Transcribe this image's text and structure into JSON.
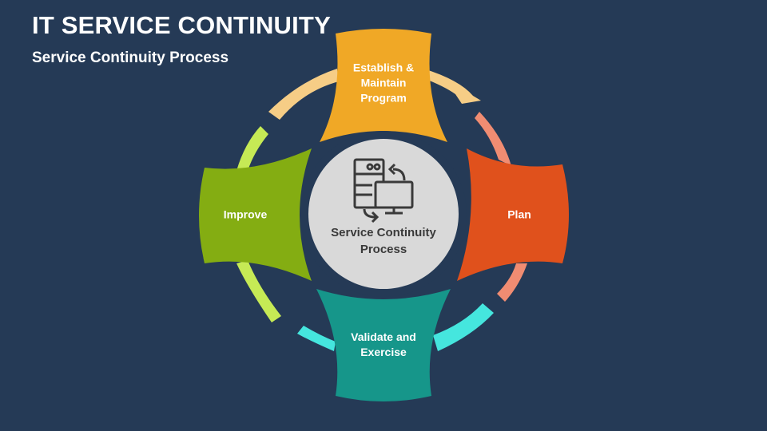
{
  "title": "IT SERVICE CONTINUITY",
  "subtitle": "Service Continuity Process",
  "center": {
    "label": "Service Continuity\nProcess",
    "icon": "server-monitor-sync-icon"
  },
  "steps": [
    {
      "id": "establish",
      "label": "Establish &\nMaintain\nProgram",
      "color": "#f0a826",
      "arrow_color": "#f6cd86"
    },
    {
      "id": "plan",
      "label": "Plan",
      "color": "#e0511c",
      "arrow_color": "#f08c72"
    },
    {
      "id": "validate",
      "label": "Validate and\nExercise",
      "color": "#16968a",
      "arrow_color": "#45e6de"
    },
    {
      "id": "improve",
      "label": "Improve",
      "color": "#84ad12",
      "arrow_color": "#c6ea55"
    }
  ],
  "colors": {
    "background": "#253a56",
    "center_fill": "#d9d9d9",
    "center_ring": "#253a56",
    "icon": "#3a3a3a"
  }
}
